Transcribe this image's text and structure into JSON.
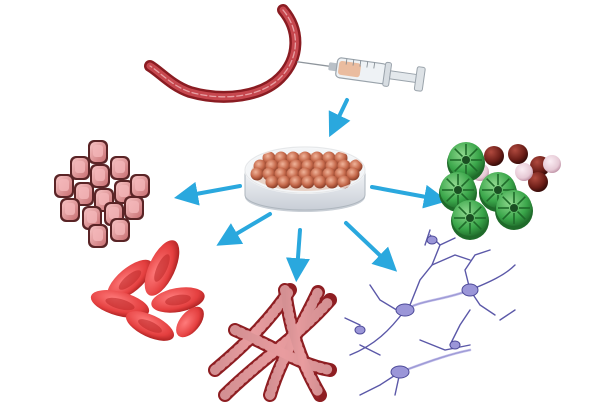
{
  "figure": {
    "description_free": true,
    "center": {
      "name": "culture-dish"
    },
    "source": {
      "name": "muscle-fiber-strand",
      "tool": "syringe"
    },
    "outputs": [
      {
        "name": "epithelial-cells"
      },
      {
        "name": "red-blood-cells"
      },
      {
        "name": "muscle-fibers"
      },
      {
        "name": "neurons"
      },
      {
        "name": "secretory-cells"
      }
    ]
  },
  "colors": {
    "arrow": "#2aa8de",
    "muscle": "#b8323a",
    "dish_cell": "#c66a4c",
    "epithelial": "#e39a9c",
    "rbc": "#e43f3f",
    "neuron": "#9b96d8",
    "green_cell": "#3aa64a",
    "brown_cell": "#6b1d17",
    "pink_cell": "#e6c9d5"
  }
}
